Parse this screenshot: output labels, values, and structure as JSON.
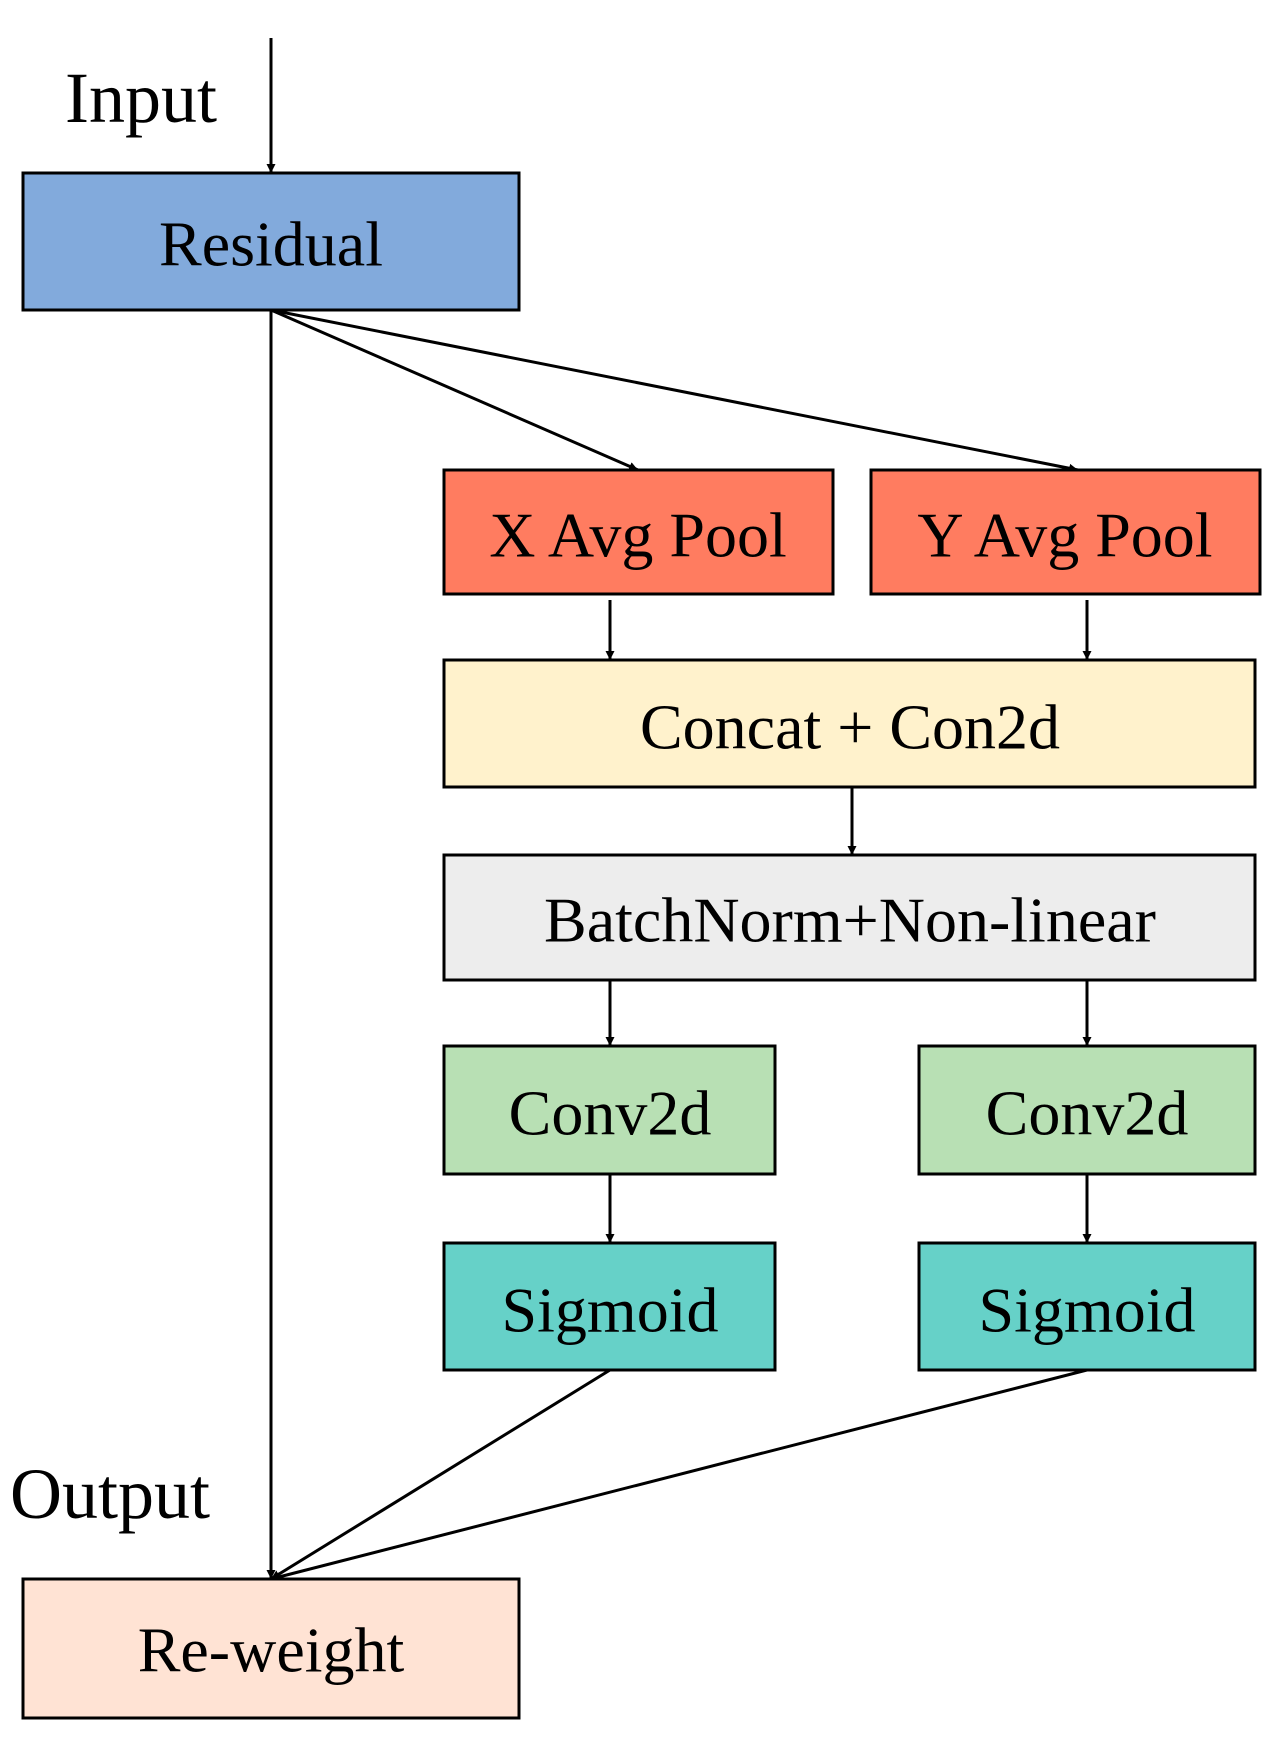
{
  "labels": {
    "input": "Input",
    "output": "Output"
  },
  "nodes": {
    "residual": {
      "label": "Residual",
      "color": "#82AADC"
    },
    "x_avg_pool": {
      "label": "X Avg Pool",
      "color": "#FF7C60"
    },
    "y_avg_pool": {
      "label": "Y Avg Pool",
      "color": "#FF7C60"
    },
    "concat_conv": {
      "label": "Concat + Con2d",
      "color": "#FFF2CC"
    },
    "batchnorm": {
      "label": "BatchNorm+Non-linear",
      "color": "#EDEDED"
    },
    "conv2d_left": {
      "label": "Conv2d",
      "color": "#B8E0B4"
    },
    "conv2d_right": {
      "label": "Conv2d",
      "color": "#B8E0B4"
    },
    "sigmoid_left": {
      "label": "Sigmoid",
      "color": "#66D1C8"
    },
    "sigmoid_right": {
      "label": "Sigmoid",
      "color": "#66D1C8"
    },
    "reweight": {
      "label": "Re-weight",
      "color": "#FFE3D4"
    }
  }
}
